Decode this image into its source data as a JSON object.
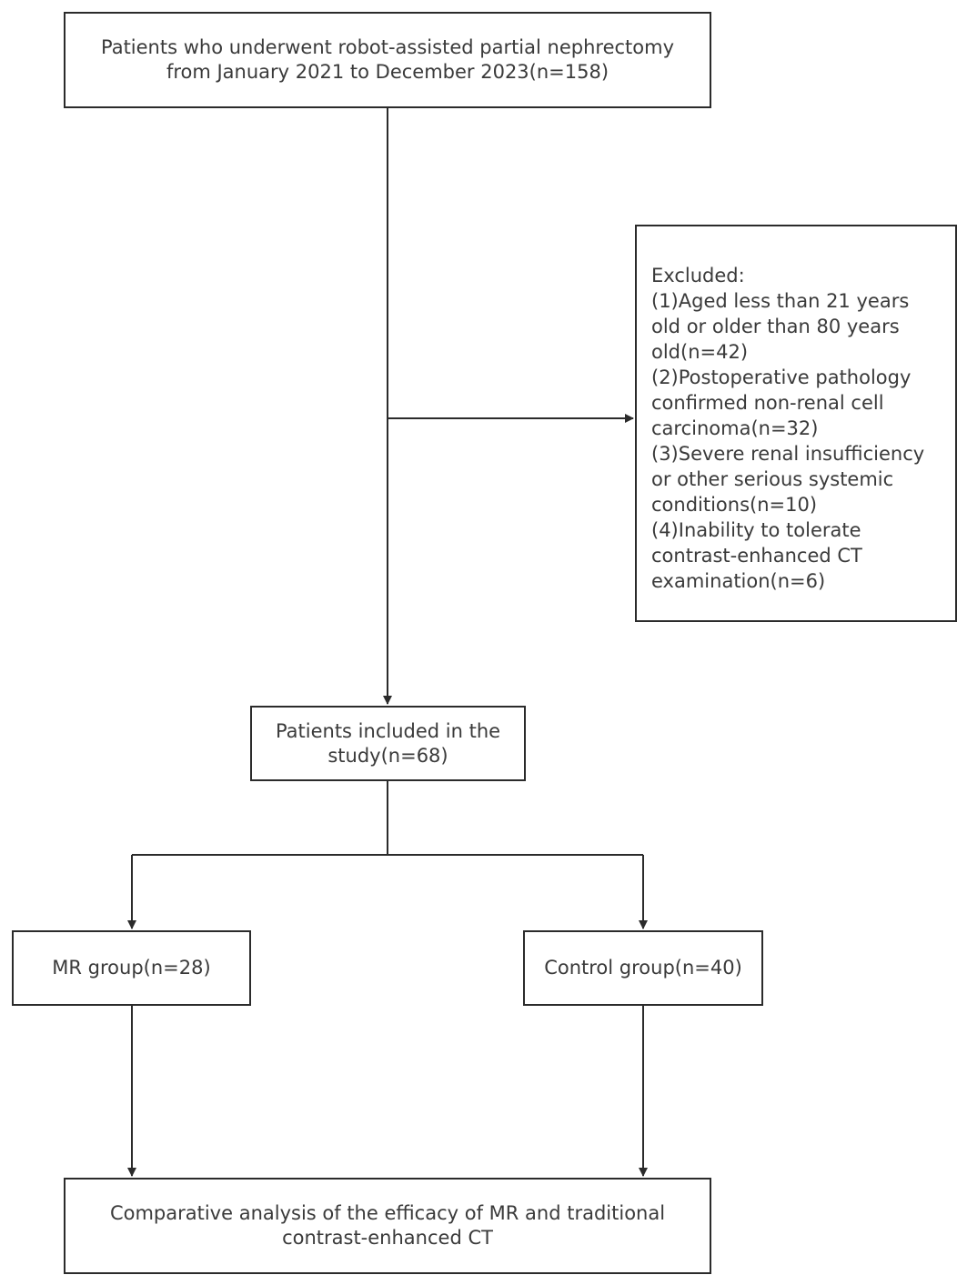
{
  "flowchart": {
    "start_box": "Patients who underwent robot-assisted partial nephrectomy\nfrom January 2021 to December 2023(n=158)",
    "excluded_box": "Excluded:\n(1)Aged less than 21 years\nold or older than 80 years\nold(n=42)\n(2)Postoperative pathology\nconfirmed non-renal cell\ncarcinoma(n=32)\n(3)Severe renal insufficiency\nor other serious systemic\nconditions(n=10)\n(4)Inability to tolerate\ncontrast-enhanced CT\nexamination(n=6)",
    "included_box": "Patients included in the\nstudy(n=68)",
    "mr_group_box": "MR group(n=28)",
    "control_group_box": "Control group(n=40)",
    "final_box": "Comparative analysis of the efficacy of MR and traditional\ncontrast-enhanced CT"
  },
  "colors": {
    "line": "#2b2b2b",
    "text": "#3a3a3a",
    "background": "#ffffff"
  }
}
